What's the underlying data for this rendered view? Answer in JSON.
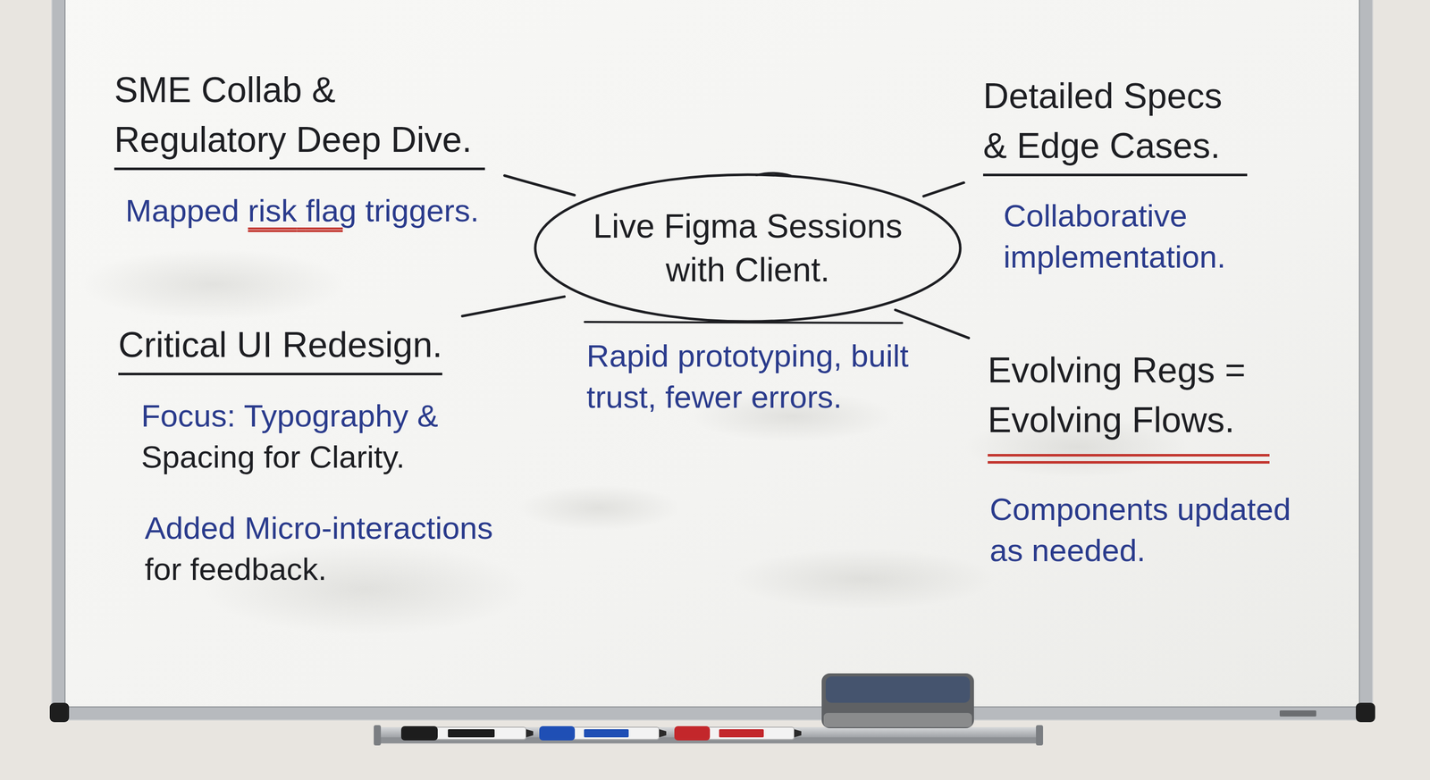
{
  "diagram": {
    "nodes": [
      {
        "text": [
          "SME Collab & Regulatory Deep Dive.",
          "Mapped risk flag triggers."
        ]
      },
      {
        "text": [
          "Detailed Specs & Edge Cases.",
          "Collaborative implementation."
        ]
      },
      {
        "text": [
          "Live Figma Sessions with Client.",
          "Rapid prototyping, built trust, fewer errors."
        ]
      },
      {
        "text": [
          "Critical UI Redesign.",
          "Focus: Typography & Spacing for Clarity.",
          "Added Micro-interactions for feedback."
        ]
      },
      {
        "text": [
          "Evolving Regs = Evolving Flows.",
          "Components updated as needed."
        ]
      }
    ],
    "edges": [
      {
        "from": 2,
        "to": 0,
        "arrow": "none"
      },
      {
        "from": 2,
        "to": 1,
        "arrow": "none"
      },
      {
        "from": 2,
        "to": 3,
        "arrow": "none"
      },
      {
        "from": 2,
        "to": 4,
        "arrow": "none"
      }
    ]
  }
}
